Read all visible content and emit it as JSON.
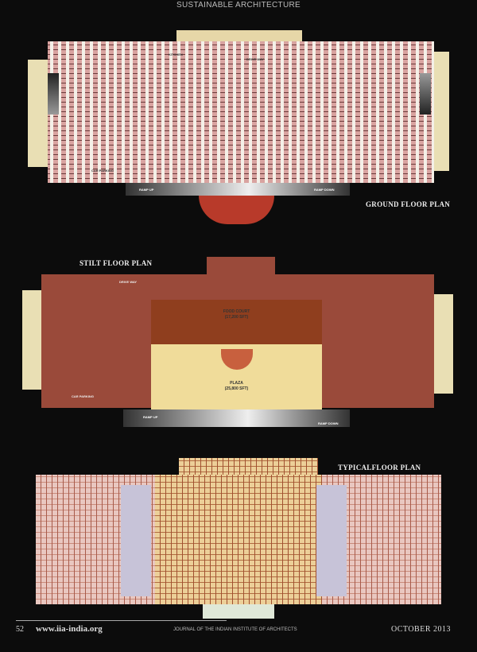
{
  "header": {
    "section": "SUSTAINABLE ARCHITECTURE"
  },
  "ground": {
    "title": "GROUND FLOOR PLAN",
    "kitchen": "KITCHEN",
    "drive_way": "DRIVE WAY",
    "car_parking": "CAR PARKING",
    "ramp_up": "RAMP UP",
    "ramp_down": "RAMP DOWN"
  },
  "stilt": {
    "title": "STILT FLOOR PLAN",
    "food_court": "FOOD COURT",
    "food_court_area": "(17,200 SFT)",
    "plaza": "PLAZA",
    "plaza_area": "(25,800 SFT)",
    "drive_way": "DRIVE WAY",
    "car_parking": "CAR PARKING",
    "ramp_up": "RAMP UP",
    "ramp_down": "RAMP DOWN"
  },
  "typical": {
    "title": "TYPICALFLOOR PLAN"
  },
  "footer": {
    "page": "52",
    "url": "www.iia-india.org",
    "journal": "JOURNAL OF THE INDIAN INSTITUTE OF ARCHITECTS",
    "date": "OCTOBER 2013"
  }
}
